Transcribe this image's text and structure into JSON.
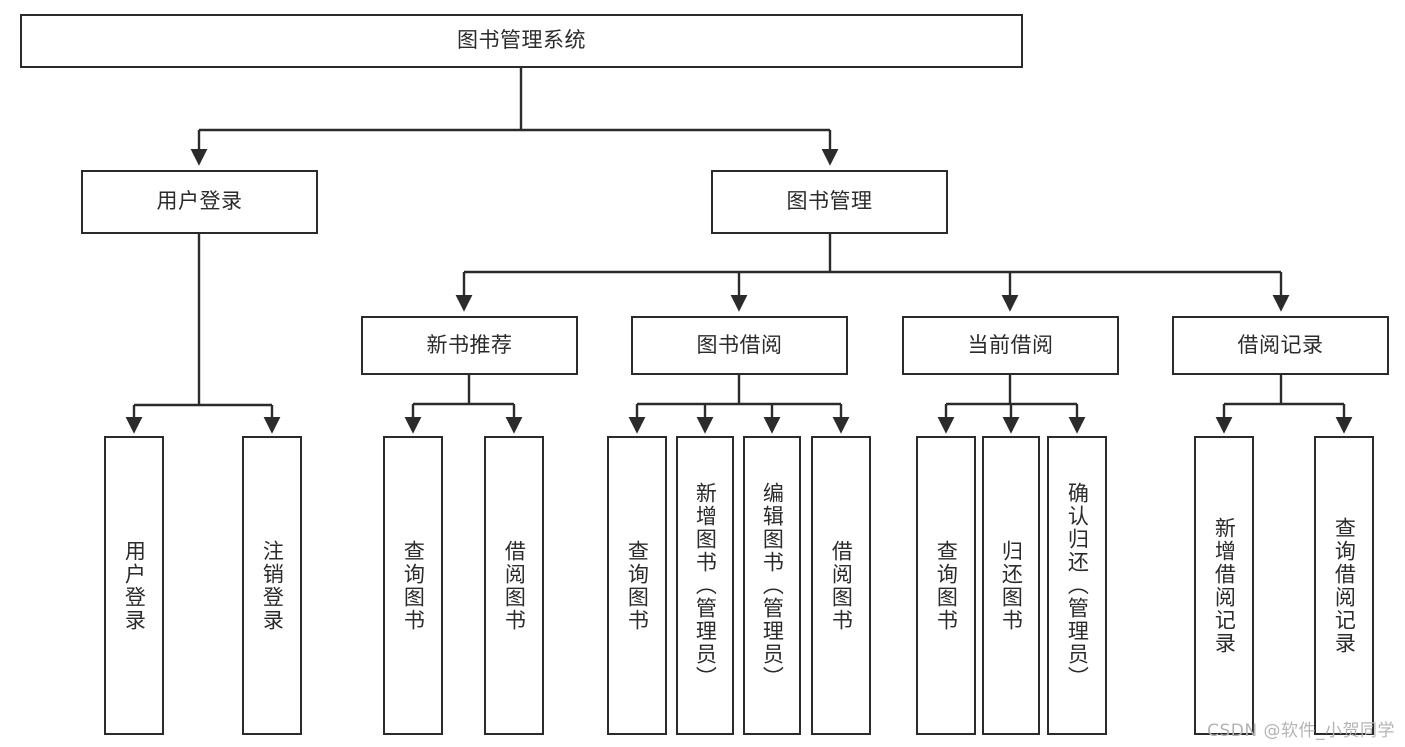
{
  "diagram": {
    "type": "tree",
    "title": "图书管理系统",
    "orientation": "top-down",
    "stroke_color": "#2b2b2b",
    "fill_color": "#ffffff",
    "text_color": "#2b2b2b",
    "background": "#ffffff"
  },
  "nodes": {
    "root": {
      "label": "图书管理系统"
    },
    "level2": [
      {
        "label": "用户登录"
      },
      {
        "label": "图书管理"
      }
    ],
    "level3": [
      {
        "label": "新书推荐"
      },
      {
        "label": "图书借阅"
      },
      {
        "label": "当前借阅"
      },
      {
        "label": "借阅记录"
      }
    ],
    "leaves": {
      "user_login": [
        {
          "label": "用户登录"
        },
        {
          "label": "注销登录"
        }
      ],
      "new_book_recommend": [
        {
          "label": "查询图书"
        },
        {
          "label": "借阅图书"
        }
      ],
      "book_borrow": [
        {
          "label": "查询图书"
        },
        {
          "label": "新增图书（管理员）"
        },
        {
          "label": "编辑图书（管理员）"
        },
        {
          "label": "借阅图书"
        }
      ],
      "current_borrow": [
        {
          "label": "查询图书"
        },
        {
          "label": "归还图书"
        },
        {
          "label": "确认归还（管理员）"
        }
      ],
      "borrow_record": [
        {
          "label": "新增借阅记录"
        },
        {
          "label": "查询借阅记录"
        }
      ]
    }
  },
  "watermark": {
    "text": "CSDN @软件_小贺同学",
    "color": "#b4b4b4"
  }
}
